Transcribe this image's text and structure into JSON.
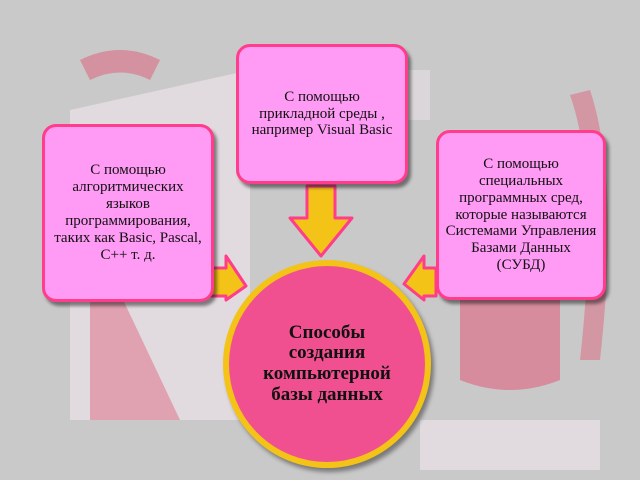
{
  "diagram": {
    "center": {
      "label": "Способы создания компьютерной базы данных"
    },
    "nodes": {
      "left": {
        "label": "С помощью алгоритмических языков программирования, таких как Basic, Pascal, С++ т. д."
      },
      "top": {
        "label": "С помощью прикладной среды , например Visual Basic"
      },
      "right": {
        "label": "С помощью специальных программных сред, которые называются Системами Управления Базами Данных (СУБД)"
      }
    },
    "colors": {
      "background": "#c9c9c9",
      "node_fill": "#ff9af5",
      "node_border": "#ff3d8a",
      "center_fill": "#f0508f",
      "center_border": "#f4c318",
      "arrow_fill": "#f4c318",
      "arrow_border": "#ff3d8a"
    }
  }
}
